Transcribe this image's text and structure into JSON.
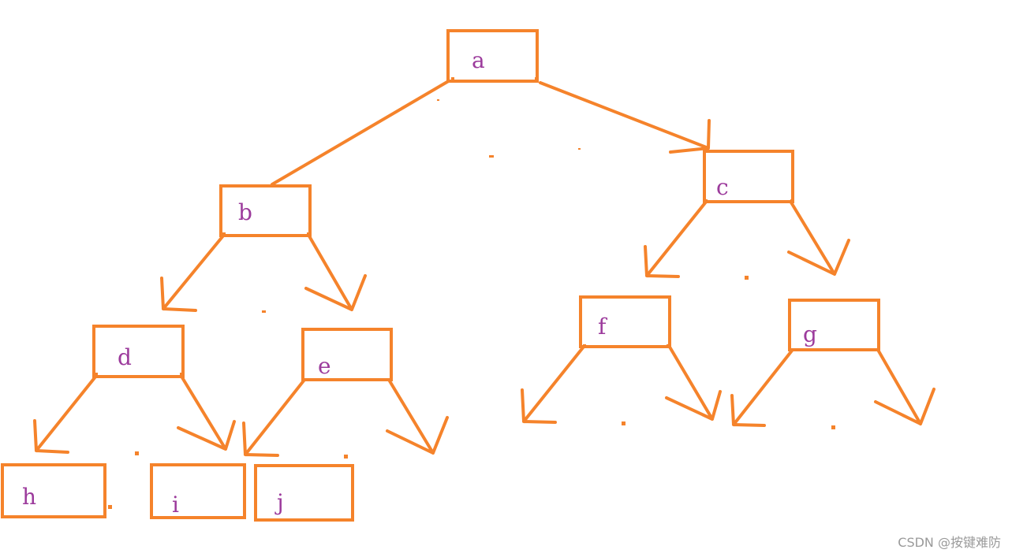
{
  "colors": {
    "stroke": "#f5832b",
    "label": "#9c3b9c",
    "watermark": "#9a9a9a",
    "background": "#ffffff"
  },
  "nodes": [
    {
      "id": "a",
      "label": "a"
    },
    {
      "id": "b",
      "label": "b"
    },
    {
      "id": "c",
      "label": "c"
    },
    {
      "id": "d",
      "label": "d"
    },
    {
      "id": "e",
      "label": "e"
    },
    {
      "id": "f",
      "label": "f"
    },
    {
      "id": "g",
      "label": "g"
    },
    {
      "id": "h",
      "label": "h"
    },
    {
      "id": "i",
      "label": "i"
    },
    {
      "id": "j",
      "label": "j"
    }
  ],
  "edges": [
    {
      "from": "a",
      "to": "b"
    },
    {
      "from": "a",
      "to": "c"
    },
    {
      "from": "b",
      "to": "d"
    },
    {
      "from": "b",
      "to": "e"
    },
    {
      "from": "c",
      "to": "f"
    },
    {
      "from": "c",
      "to": "g"
    },
    {
      "from": "d",
      "to": "h"
    },
    {
      "from": "d",
      "to": "i"
    },
    {
      "from": "e",
      "to": "j"
    },
    {
      "from": "e",
      "to": null
    },
    {
      "from": "f",
      "to": null
    },
    {
      "from": "f",
      "to": null
    },
    {
      "from": "g",
      "to": null
    },
    {
      "from": "g",
      "to": null
    }
  ],
  "watermark": "CSDN @按键难防"
}
